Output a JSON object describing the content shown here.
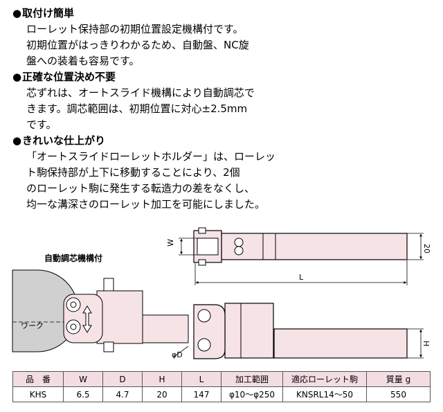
{
  "features": [
    {
      "heading": "取付け簡単",
      "lines": [
        "ローレット保持部の初期位置設定機構付です。",
        "初期位置がはっきりわかるため、自動盤、NC旋",
        "盤への装着も容易です。"
      ]
    },
    {
      "heading": "正確な位置決め不要",
      "lines": [
        "芯ずれは、オートスライド機構により自動調芯で",
        "きます。調芯範囲は、初期位置に対心±2.5mm",
        "です。"
      ]
    },
    {
      "heading": "きれいな仕上がり",
      "lines": [
        "「オートスライドローレットホルダー」は、ローレッ",
        "ト駒保持部が上下に移動することにより、2個",
        "のローレット駒に発生する転造力の差をなくし、",
        "均一な溝深さのローレット加工を可能にしました。"
      ]
    }
  ],
  "bullet": "●",
  "diagram": {
    "caption": "自動調芯機構付",
    "work_label": "ワーク",
    "dim_w": "W",
    "dim_20": "20",
    "dim_l": "L",
    "dim_h": "H",
    "dim_phid": "φD"
  },
  "colors": {
    "fill": "#f6e3e6",
    "header": "#f4dde2"
  },
  "table": {
    "headers": [
      "品　番",
      "W",
      "D",
      "H",
      "L",
      "加工範囲",
      "適応ローレット駒",
      "質量 g"
    ],
    "row": [
      "KHS",
      "6.5",
      "4.7",
      "20",
      "147",
      "φ10〜φ250",
      "KNSRL14〜50",
      "550"
    ]
  }
}
